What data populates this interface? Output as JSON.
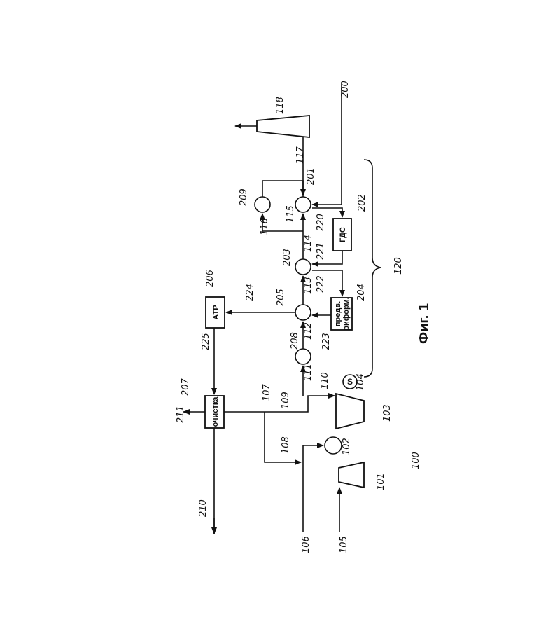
{
  "figure": {
    "caption": "Фиг. 1",
    "unit_labels": {
      "atr": "ATP",
      "purification": "очистка",
      "hds": "ГДС",
      "prereformer_line1": "предв.",
      "prereformer_line2": "риформ.",
      "generator": "S"
    },
    "refs": {
      "r100": "100",
      "r101": "101",
      "r102": "102",
      "r103": "103",
      "r104": "104",
      "r105": "105",
      "r106": "106",
      "r107": "107",
      "r108": "108",
      "r109": "109",
      "r110": "110",
      "r111": "111",
      "r112": "112",
      "r113": "113",
      "r114": "114",
      "r115": "115",
      "r116": "116",
      "r117": "117",
      "r118": "118",
      "r120": "120",
      "r200": "200",
      "r201": "201",
      "r202": "202",
      "r203": "203",
      "r204": "204",
      "r205": "205",
      "r206": "206",
      "r207": "207",
      "r208": "208",
      "r209": "209",
      "r210": "210",
      "r211": "211",
      "r220": "220",
      "r221": "221",
      "r222": "222",
      "r223": "223",
      "r224": "224",
      "r225": "225"
    }
  }
}
